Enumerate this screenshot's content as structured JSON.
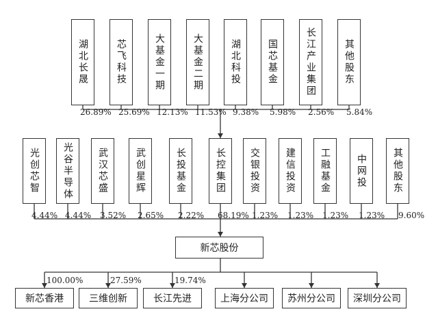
{
  "top_shareholders": [
    {
      "name": "湖北长晟",
      "percent": "26.89%"
    },
    {
      "name": "芯飞科技",
      "percent": "25.69%"
    },
    {
      "name": "大基金一期",
      "percent": "12.13%"
    },
    {
      "name": "大基金二期",
      "percent": "11.53%"
    },
    {
      "name": "湖北科投",
      "percent": "9.38%"
    },
    {
      "name": "国芯基金",
      "percent": "5.98%"
    },
    {
      "name": "长江产业集团",
      "percent": "2.56%"
    },
    {
      "name": "其他股东",
      "percent": "5.84%"
    }
  ],
  "middle_shareholders": [
    {
      "name": "光创芯智",
      "percent": "4.44%"
    },
    {
      "name": "光谷半导体",
      "percent": "4.44%"
    },
    {
      "name": "武汉芯盛",
      "percent": "3.52%"
    },
    {
      "name": "武创星辉",
      "percent": "2.65%"
    },
    {
      "name": "长投基金",
      "percent": "2.22%"
    },
    {
      "name": "长控集团",
      "percent": "68.19%"
    },
    {
      "name": "交银投资",
      "percent": "1.23%"
    },
    {
      "name": "建信投资",
      "percent": "1.23%"
    },
    {
      "name": "工融基金",
      "percent": "1.23%"
    },
    {
      "name": "中网投",
      "percent": "1.23%"
    },
    {
      "name": "其他股东",
      "percent": "9.60%"
    }
  ],
  "company": {
    "name": "新芯股份"
  },
  "subsidiaries": [
    {
      "name": "新芯香港",
      "percent": "100.00%"
    },
    {
      "name": "三维创新",
      "percent": "27.59%"
    },
    {
      "name": "长江先进",
      "percent": "19.74%"
    },
    {
      "name": "上海分公司",
      "percent": ""
    },
    {
      "name": "苏州分公司",
      "percent": ""
    },
    {
      "name": "深圳分公司",
      "percent": ""
    }
  ]
}
